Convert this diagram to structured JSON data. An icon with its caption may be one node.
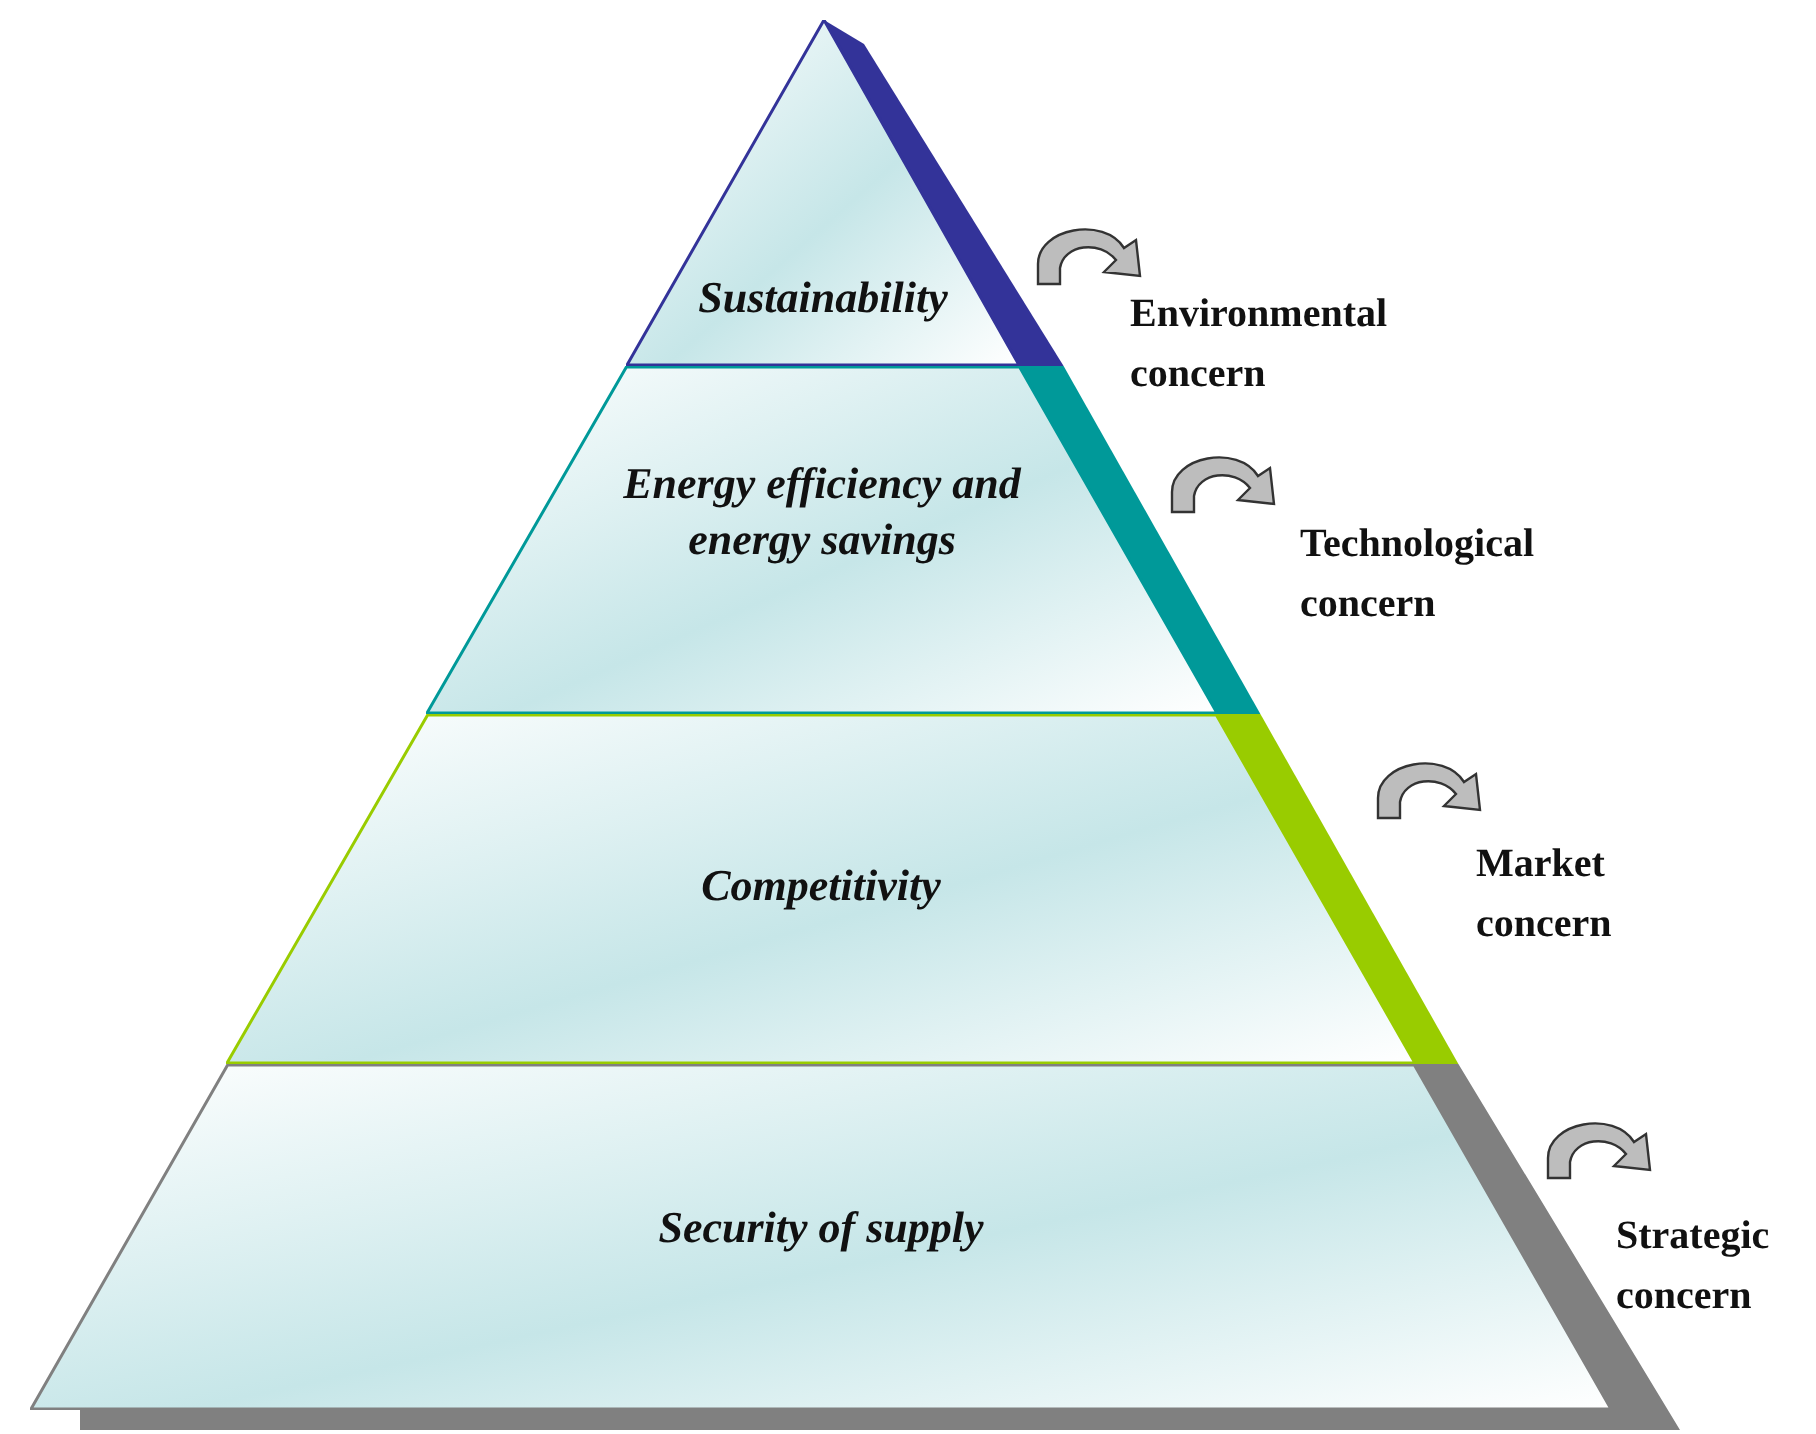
{
  "diagram": {
    "nodes": [
      {
        "text": [
          "Sustainability"
        ]
      },
      {
        "text": [
          "Energy efficiency and energy savings"
        ]
      },
      {
        "text": [
          "Competitivity"
        ]
      },
      {
        "text": [
          "Security of supply"
        ]
      }
    ],
    "labels": [
      "Environmental concern",
      "Technological concern",
      "Market concern",
      "Strategic concern"
    ]
  }
}
